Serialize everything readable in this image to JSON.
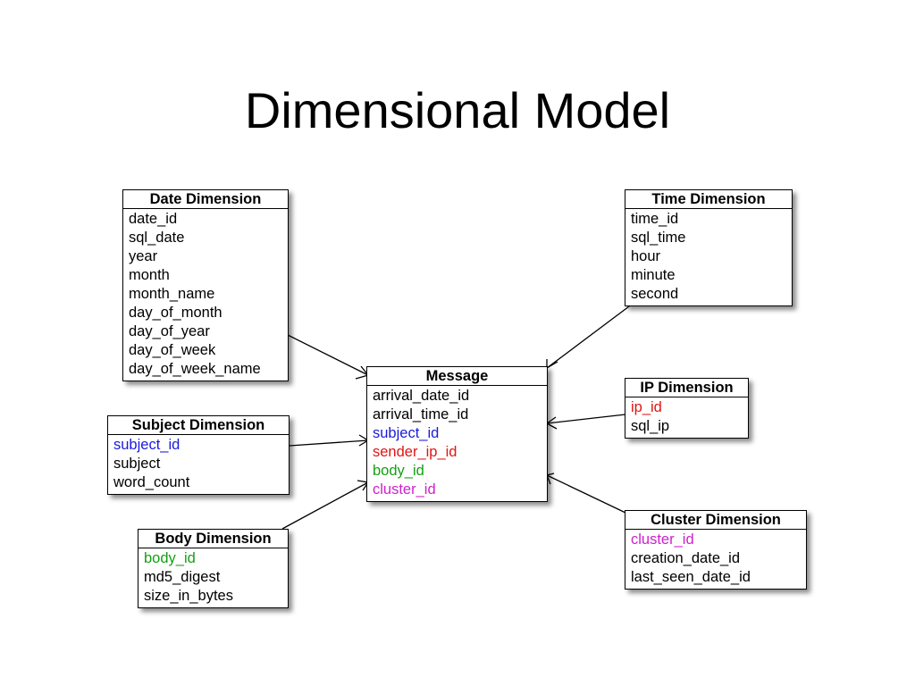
{
  "title": "Dimensional Model",
  "colors": {
    "subject": "#1a1adc",
    "ip": "#e01414",
    "body": "#12a012",
    "cluster": "#cc22cc",
    "default": "#000000"
  },
  "entities": {
    "date": {
      "name": "Date Dimension",
      "fields": [
        {
          "text": "date_id",
          "color": "default"
        },
        {
          "text": "sql_date",
          "color": "default"
        },
        {
          "text": "year",
          "color": "default"
        },
        {
          "text": "month",
          "color": "default"
        },
        {
          "text": "month_name",
          "color": "default"
        },
        {
          "text": "day_of_month",
          "color": "default"
        },
        {
          "text": "day_of_year",
          "color": "default"
        },
        {
          "text": "day_of_week",
          "color": "default"
        },
        {
          "text": "day_of_week_name",
          "color": "default"
        }
      ]
    },
    "time": {
      "name": "Time Dimension",
      "fields": [
        {
          "text": "time_id",
          "color": "default"
        },
        {
          "text": "sql_time",
          "color": "default"
        },
        {
          "text": "hour",
          "color": "default"
        },
        {
          "text": "minute",
          "color": "default"
        },
        {
          "text": "second",
          "color": "default"
        }
      ]
    },
    "message": {
      "name": "Message",
      "fields": [
        {
          "text": "arrival_date_id",
          "color": "default"
        },
        {
          "text": "arrival_time_id",
          "color": "default"
        },
        {
          "text": "subject_id",
          "color": "subject"
        },
        {
          "text": "sender_ip_id",
          "color": "ip"
        },
        {
          "text": "body_id",
          "color": "body"
        },
        {
          "text": "cluster_id",
          "color": "cluster"
        }
      ]
    },
    "ip": {
      "name": "IP Dimension",
      "fields": [
        {
          "text": "ip_id",
          "color": "ip"
        },
        {
          "text": "sql_ip",
          "color": "default"
        }
      ]
    },
    "subject": {
      "name": "Subject Dimension",
      "fields": [
        {
          "text": "subject_id",
          "color": "subject"
        },
        {
          "text": "subject",
          "color": "default"
        },
        {
          "text": "word_count",
          "color": "default"
        }
      ]
    },
    "body": {
      "name": "Body Dimension",
      "fields": [
        {
          "text": "body_id",
          "color": "body"
        },
        {
          "text": "md5_digest",
          "color": "default"
        },
        {
          "text": "size_in_bytes",
          "color": "default"
        }
      ]
    },
    "cluster": {
      "name": "Cluster Dimension",
      "fields": [
        {
          "text": "cluster_id",
          "color": "cluster"
        },
        {
          "text": "creation_date_id",
          "color": "default"
        },
        {
          "text": "last_seen_date_id",
          "color": "default"
        }
      ]
    }
  },
  "relationships": [
    {
      "from": "date",
      "to": "message",
      "cardinality": "one-to-many"
    },
    {
      "from": "time",
      "to": "message",
      "cardinality": "one-to-many"
    },
    {
      "from": "subject",
      "to": "message",
      "cardinality": "one-to-many"
    },
    {
      "from": "ip",
      "to": "message",
      "cardinality": "one-to-many"
    },
    {
      "from": "body",
      "to": "message",
      "cardinality": "one-to-many"
    },
    {
      "from": "cluster",
      "to": "message",
      "cardinality": "one-to-many"
    }
  ]
}
